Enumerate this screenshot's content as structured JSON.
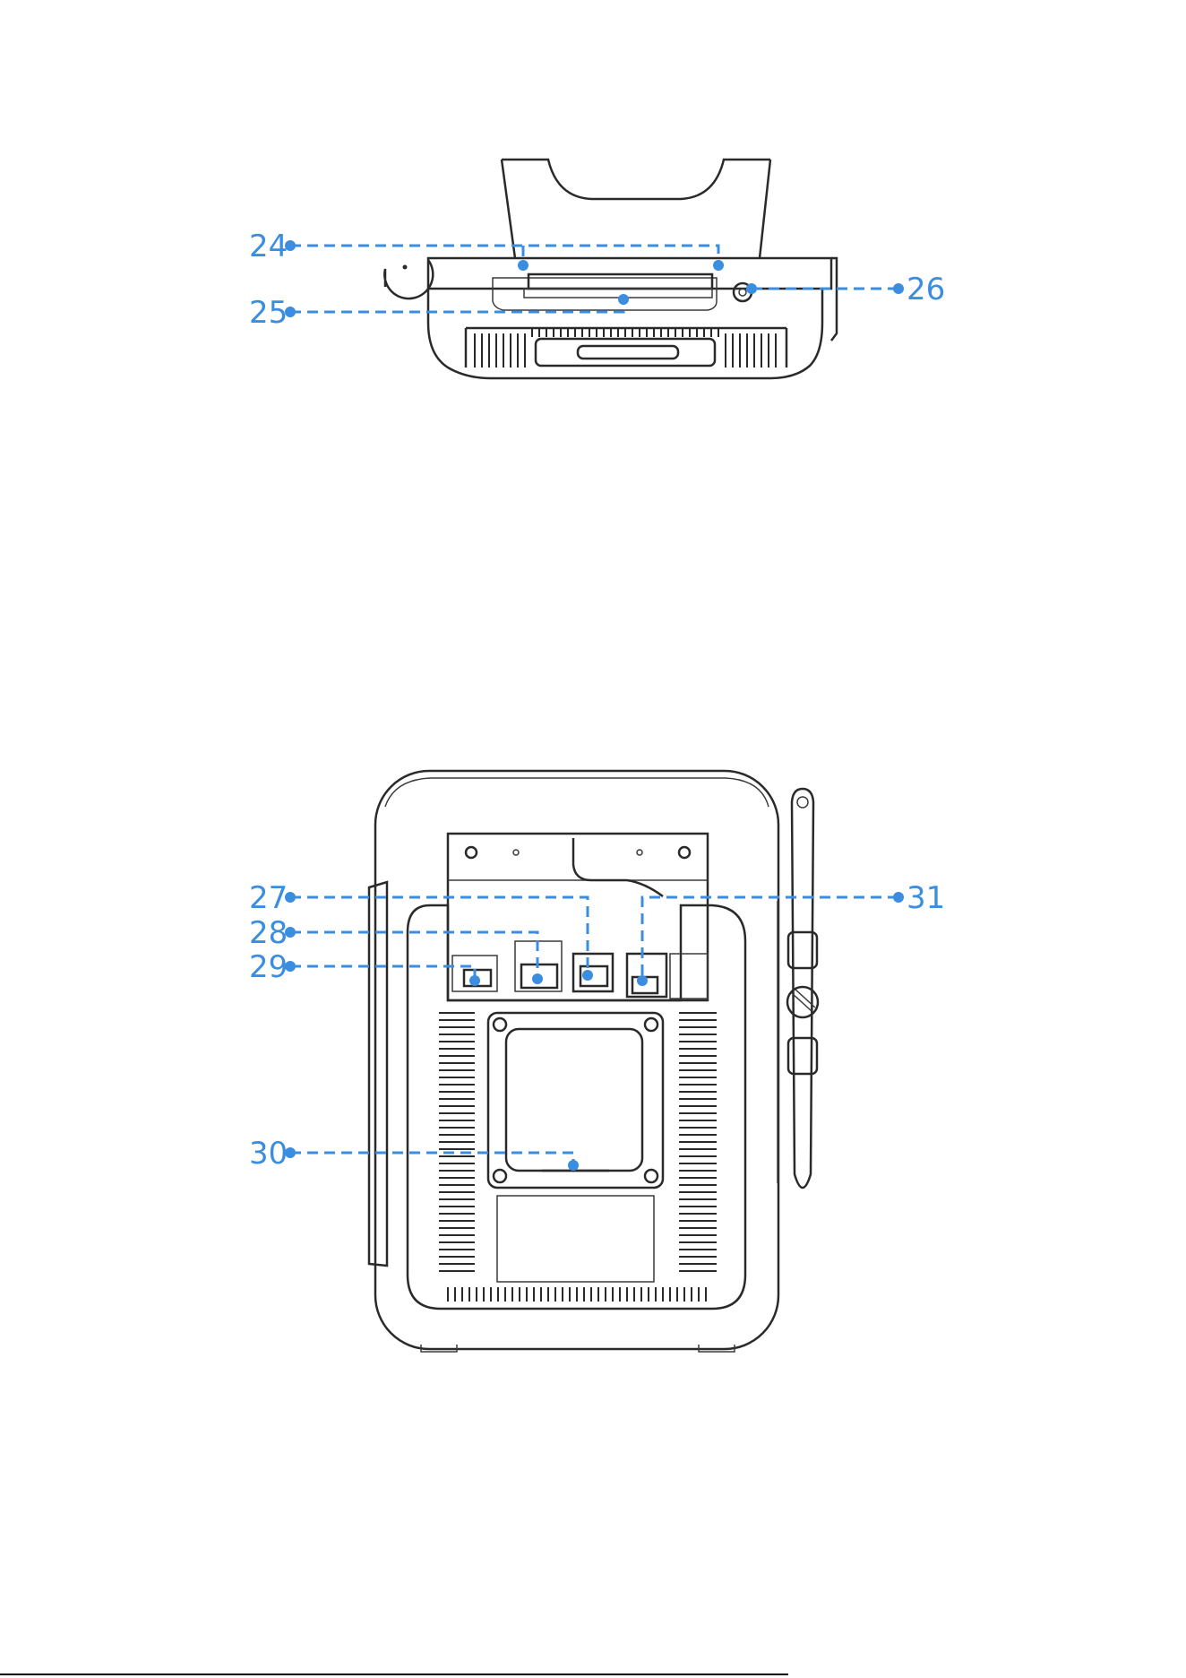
{
  "colors": {
    "callout": "#3b8de0",
    "ink": "#2a2a2a",
    "background": "#ffffff"
  },
  "figures": {
    "top_view": {
      "callouts": [
        {
          "id": "c24",
          "label": "24"
        },
        {
          "id": "c25",
          "label": "25"
        },
        {
          "id": "c26",
          "label": "26"
        }
      ]
    },
    "back_view": {
      "callouts": [
        {
          "id": "c27",
          "label": "27"
        },
        {
          "id": "c28",
          "label": "28"
        },
        {
          "id": "c29",
          "label": "29"
        },
        {
          "id": "c30",
          "label": "30"
        },
        {
          "id": "c31",
          "label": "31"
        }
      ]
    }
  }
}
